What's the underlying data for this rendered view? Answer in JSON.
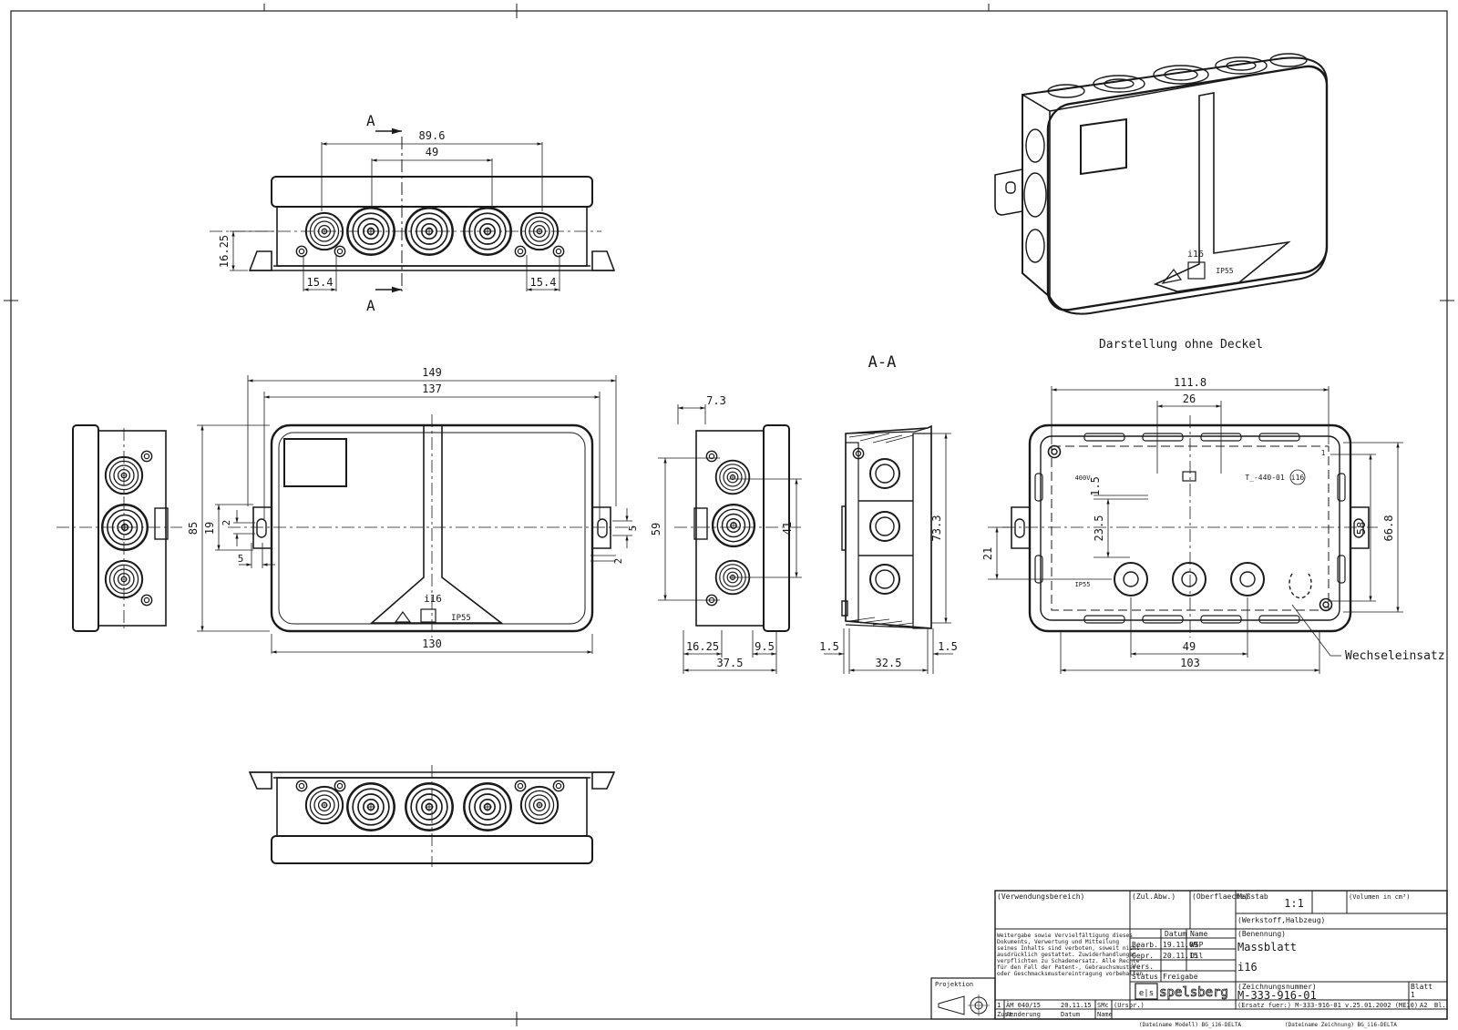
{
  "views": {
    "section_label": "A-A",
    "section_marker": "A",
    "iso_caption": "Darstellung ohne Deckel",
    "insert_callout": "Wechseleinsatz",
    "lid_type": "i16",
    "lid_rating": "IP55"
  },
  "dims": {
    "top_89_6": "89.6",
    "top_49": "49",
    "top_16_25": "16.25",
    "top_15_4_l": "15.4",
    "top_15_4_r": "15.4",
    "front_149": "149",
    "front_137": "137",
    "front_130": "130",
    "front_85": "85",
    "front_19": "19",
    "front_2a": "2",
    "front_5a": "5",
    "front_2b": "2",
    "front_5b": "5",
    "side_7_3": "7.3",
    "side_59": "59",
    "side_41": "41",
    "side_16_25": "16.25",
    "side_9_5": "9.5",
    "side_37_5": "37.5",
    "sec_73_3": "73.3",
    "sec_1_5_l": "1.5",
    "sec_32_5": "32.5",
    "sec_1_5_r": "1.5",
    "in_111_8": "111.8",
    "in_26": "26",
    "in_1_5": "1.5",
    "in_23_5": "23.5",
    "in_21": "21",
    "in_58": "58",
    "in_66_8": "66.8",
    "in_49": "49",
    "in_103": "103"
  },
  "inner_marks": {
    "m1": "400V",
    "m2": "T_-440-01",
    "m3": "i16",
    "m4": "IP55",
    "m5": "1"
  },
  "title_block": {
    "verwendungsbereich": "(Verwendungsbereich)",
    "zul_abw": "(Zul.Abw.)",
    "oberflaeche": "(Oberflaeche)",
    "massstab_label": "Maßstab",
    "massstab_value": "1:1",
    "volumen": "(Volumen in cm³)",
    "werkstoff": "(Werkstoff,Halbzeug)",
    "notice": [
      "Weitergabe sowie Vervielfältigung dieses",
      "Dokuments, Verwertung und Mitteilung",
      "seines Inhalts sind verboten, soweit nicht",
      "ausdrücklich gestattet. Zuwiderhandlungen",
      "verpflichten zu Schadenersatz. Alle Rechte",
      "für den Fall der Patent-, Gebrauchsmuster-",
      "oder Geschmacksmustereintragung vorbehalten."
    ],
    "datum_head": "Datum",
    "name_head": "Name",
    "bearb": "Bearb.",
    "bearb_date": "19.11.09",
    "bearb_name": "WSP",
    "gepr": "Gepr.",
    "gepr_date": "20.11.15",
    "gepr_name": "Oil",
    "vers": "Vers.",
    "status": "Status",
    "freigabe": "Freigabe",
    "benennung_label": "(Benennung)",
    "benennung1": "Massblatt",
    "benennung2": "i16",
    "zeichnungsnummer_label": "(Zeichnungsnummer)",
    "zeichnungsnummer": "M-333-916-01",
    "blatt_label": "Blatt",
    "blatt_value": "1",
    "format": "A2",
    "bl": "Bl.",
    "projektion": "Projektion",
    "rev_index": "1",
    "rev_ae": "ÄM 040/15",
    "rev_date": "20.11.15",
    "rev_name": "SMc",
    "zust": "Zust.",
    "aenderung": "Aenderung",
    "datum_foot": "Datum",
    "name_foot": "Name",
    "urspr": "(Urspr.)",
    "ersatz": "(Ersatz fuer:)  M-333-916-01 v.25.01.2002 (ME10)",
    "logo": "spelsberg",
    "dateiname_modell": "(Dateiname Modell) BG_i16-DELTA",
    "dateiname_zeichnung": "(Dateiname Zeichnung) BG_i16-DELTA"
  }
}
